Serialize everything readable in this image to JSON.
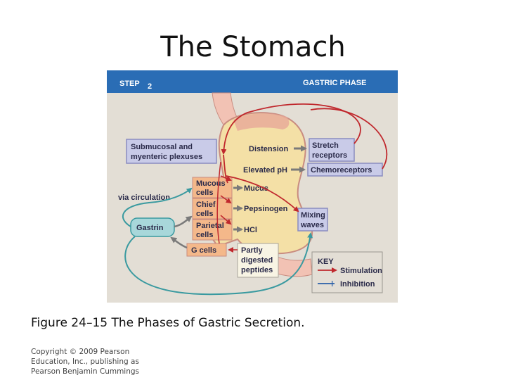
{
  "slide": {
    "title": "The Stomach",
    "caption": "Figure 24–15 The Phases of Gastric Secretion.",
    "copyright_lines": [
      "Copyright © 2009 Pearson",
      "Education, Inc., publishing as",
      "Pearson Benjamin Cummings"
    ]
  },
  "figure": {
    "step_label": "STEP",
    "step_number": "2",
    "phase_title": "GASTRIC PHASE",
    "plexus_lines": [
      "Submucosal and",
      "myenteric plexuses"
    ],
    "distension": "Distension",
    "elevated_ph": "Elevated pH",
    "stretch_lines": [
      "Stretch",
      "receptors"
    ],
    "chemoreceptors": "Chemoreceptors",
    "via_circulation": "via circulation",
    "gastrin": "Gastrin",
    "mucous_lines": [
      "Mucous",
      "cells"
    ],
    "chief_lines": [
      "Chief",
      "cells"
    ],
    "parietal_lines": [
      "Parietal",
      "cells"
    ],
    "g_cells": "G cells",
    "mucus": "Mucus",
    "pepsinogen": "Pepsinogen",
    "hcl": "HCl",
    "mixing_lines": [
      "Mixing",
      "waves"
    ],
    "peptides_lines": [
      "Partly",
      "digested",
      "peptides"
    ],
    "key": {
      "title": "KEY",
      "stimulation": "Stimulation",
      "inhibition": "Inhibition"
    }
  },
  "colors": {
    "header_blue": "#2a6db5",
    "background": "#e3ded5",
    "stomach": "#f4e0a6",
    "box_lavender": "#c9cbe8",
    "box_border": "#8a8cc0",
    "cell_orange": "#f4b88a",
    "gastrin_teal": "#a8d7da",
    "stimulation_red": "#c0282d",
    "inhibition_blue": "#2a5fa8",
    "circulation_teal": "#3a9aa0"
  }
}
